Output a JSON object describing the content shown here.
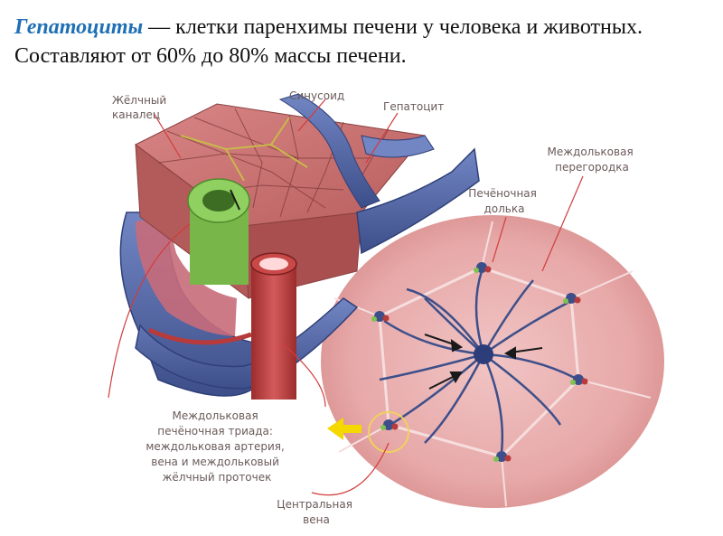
{
  "heading": {
    "term": "Гепатоциты",
    "text_line1": " — клетки паренхимы печени у человека и животных.",
    "text_line2": "Составляют от 60% до 80% массы печени."
  },
  "labels": {
    "bile_canaliculus": [
      "Жёлчный",
      "каналец"
    ],
    "sinusoid": "Синусоид",
    "hepatocyte": "Гепатоцит",
    "interlobular_septum": [
      "Междольковая",
      "перегородка"
    ],
    "hepatic_lobule": [
      "Печёночная",
      "долька"
    ],
    "portal_triad": [
      "Междольковая",
      "печёночная триада:",
      "междольковая артерия,",
      "вена и междольковый",
      "жёлчный проточек"
    ],
    "central_vein": [
      "Центральная",
      "вена"
    ]
  },
  "colors": {
    "term": "#1f6fb5",
    "tissue": "#c46a6a",
    "vein": "#4a5f9e",
    "artery": "#b83a3a",
    "bile": "#7ec34e",
    "lobule_bg": "#e6a9a9",
    "arrow_yellow": "#f5d800"
  }
}
